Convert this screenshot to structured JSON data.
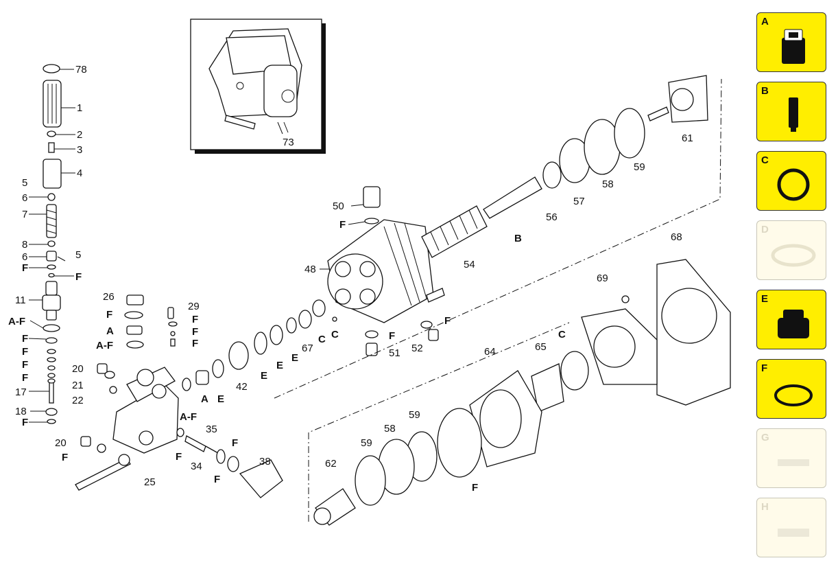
{
  "callouts": {
    "c78": "78",
    "c1": "1",
    "c2": "2",
    "c3": "3",
    "c4": "4",
    "c5a": "5",
    "c6a": "6",
    "c7": "7",
    "c8": "8",
    "c6b": "6",
    "c5b": "5",
    "cFa": "F",
    "cFb": "F",
    "c11": "11",
    "cAF1": "A-F",
    "cF1": "F",
    "cF2": "F",
    "cF3": "F",
    "cF4": "F",
    "c17": "17",
    "c18": "18",
    "cF5": "F",
    "c20a": "20",
    "c21": "21",
    "c22": "22",
    "c20b": "20",
    "cF6": "F",
    "c26": "26",
    "cF7": "F",
    "cA1": "A",
    "cAF2": "A-F",
    "c29": "29",
    "cF8": "F",
    "cF9": "F",
    "cF10": "F",
    "c25": "25",
    "cAF3": "A-F",
    "cA2": "A",
    "cE1": "E",
    "c42": "42",
    "cE2": "E",
    "cE3": "E",
    "cE4": "E",
    "c67": "67",
    "cC1": "C",
    "cC2": "C",
    "cF11": "F",
    "c34": "34",
    "c35": "35",
    "cF12": "F",
    "cF13": "F",
    "c38": "38",
    "c48": "48",
    "c50": "50",
    "cF14": "F",
    "c51": "51",
    "cF15": "F",
    "cF16": "F",
    "c52": "52",
    "c54": "54",
    "cB": "B",
    "c56": "56",
    "c57": "57",
    "c58a": "58",
    "c59a": "59",
    "c61": "61",
    "c73": "73",
    "c68": "68",
    "c69": "69",
    "cC3": "C",
    "c65": "65",
    "c64": "64",
    "cF17": "F",
    "c59b": "59",
    "c58b": "58",
    "c59c": "59",
    "c62": "62"
  },
  "kits": [
    {
      "letter": "A",
      "icon": "valve-seat-icon",
      "enabled": true
    },
    {
      "letter": "B",
      "icon": "piston-icon",
      "enabled": true
    },
    {
      "letter": "C",
      "icon": "seal-ring-icon",
      "enabled": true
    },
    {
      "letter": "D",
      "icon": "gasket-icon",
      "enabled": false
    },
    {
      "letter": "E",
      "icon": "packing-icon",
      "enabled": true
    },
    {
      "letter": "F",
      "icon": "o-ring-icon",
      "enabled": true
    },
    {
      "letter": "G",
      "icon": "plate-icon",
      "enabled": false
    },
    {
      "letter": "H",
      "icon": "plate-icon",
      "enabled": false
    }
  ]
}
